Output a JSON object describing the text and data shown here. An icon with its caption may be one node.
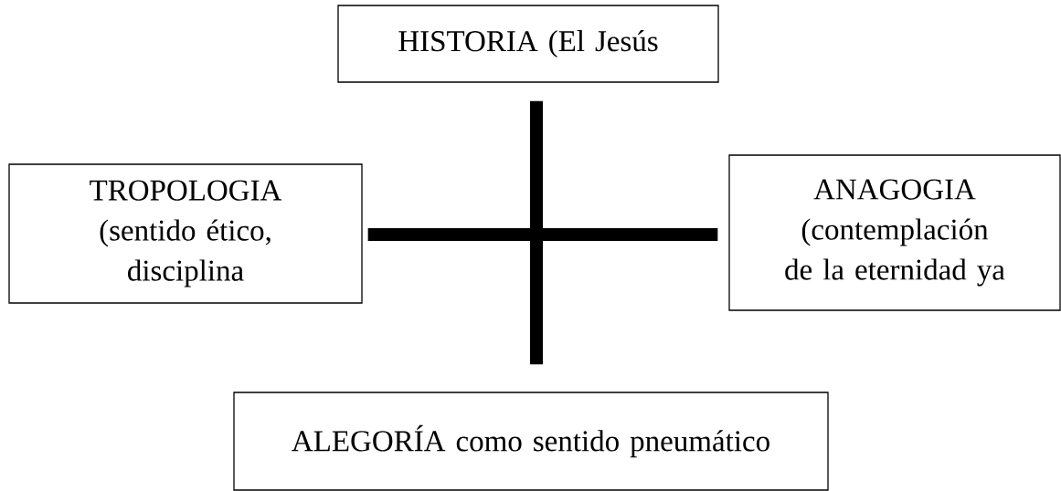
{
  "diagram": {
    "nodes": [
      {
        "text": [
          "HISTORIA (El Jesús"
        ]
      },
      {
        "text": [
          "TROPOLOGIA (sentido ético, disciplina"
        ]
      },
      {
        "text": [
          "ANAGOGIA (contemplación de la eternidad ya"
        ]
      },
      {
        "text": [
          "ALEGORÍA como sentido pneumático"
        ]
      }
    ],
    "edges": [
      {
        "from": 0,
        "to": 3,
        "arrow": "none"
      },
      {
        "from": 1,
        "to": 2,
        "arrow": "none"
      }
    ]
  }
}
